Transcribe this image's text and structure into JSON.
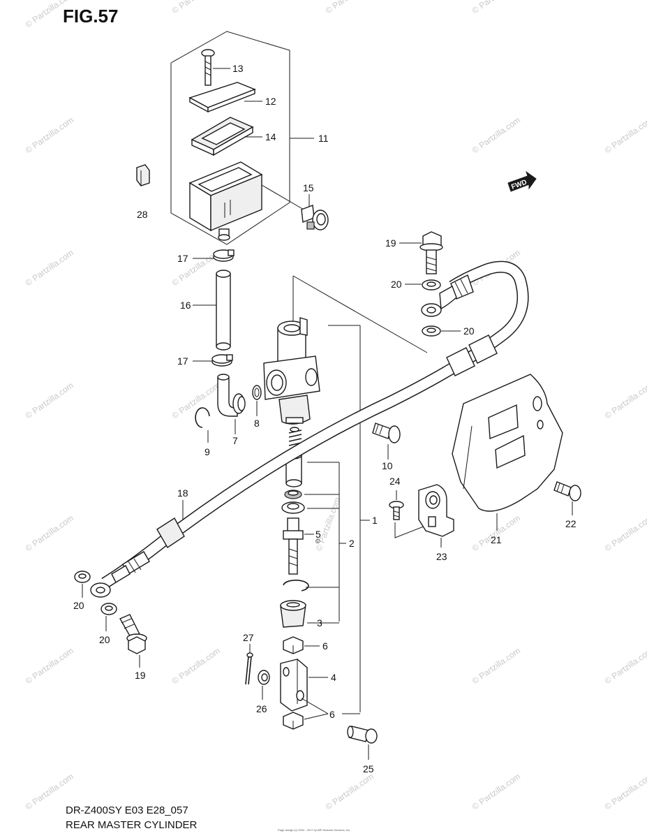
{
  "figure": {
    "title": "FIG.57",
    "model": "DR-Z400SY E03 E28_057",
    "section": "REAR MASTER CYLINDER",
    "copyright_line": "Page design (c) 2004 - 2017 by ARI Network Services, Inc.",
    "fwd_label": "FWD",
    "watermark": "© Partzilla.com"
  },
  "callouts": {
    "c1": "1",
    "c2": "2",
    "c3": "3",
    "c4": "4",
    "c5": "5",
    "c6a": "6",
    "c6b": "6",
    "c7": "7",
    "c8": "8",
    "c9": "9",
    "c10": "10",
    "c11": "11",
    "c12": "12",
    "c13": "13",
    "c14": "14",
    "c15": "15",
    "c16": "16",
    "c17a": "17",
    "c17b": "17",
    "c18": "18",
    "c19a": "19",
    "c19b": "19",
    "c20a": "20",
    "c20b": "20",
    "c20c": "20",
    "c20d": "20",
    "c21": "21",
    "c22": "22",
    "c23": "23",
    "c24": "24",
    "c25": "25",
    "c26": "26",
    "c27": "27",
    "c28": "28"
  },
  "colors": {
    "ink": "#1a1a1a",
    "paper": "#ffffff",
    "watermark": "#c9c9c9"
  }
}
